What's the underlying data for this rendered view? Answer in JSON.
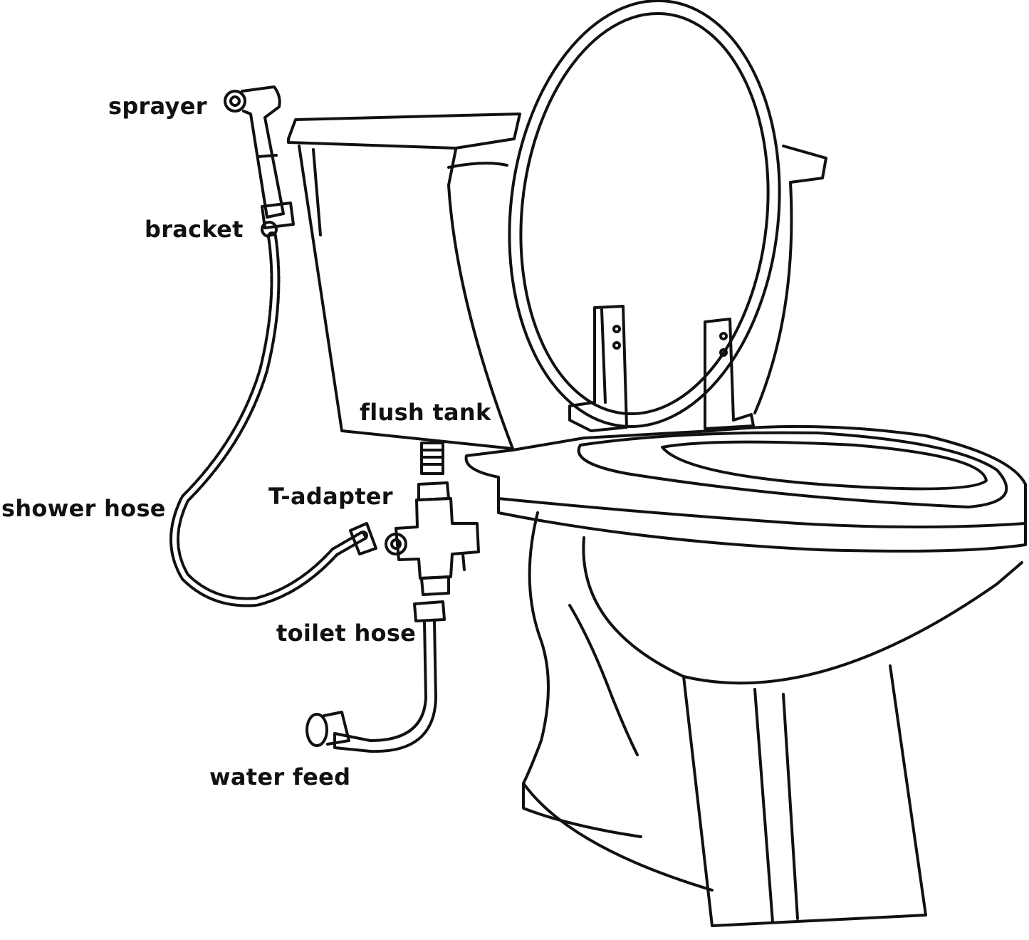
{
  "labels": {
    "sprayer": "sprayer",
    "bracket": "bracket",
    "flush_tank": "flush tank",
    "shower_hose": "shower hose",
    "t_adapter": "T-adapter",
    "toilet_hose": "toilet hose",
    "water_feed": "water feed"
  },
  "colors": {
    "line": "#111111",
    "background": "#ffffff"
  }
}
